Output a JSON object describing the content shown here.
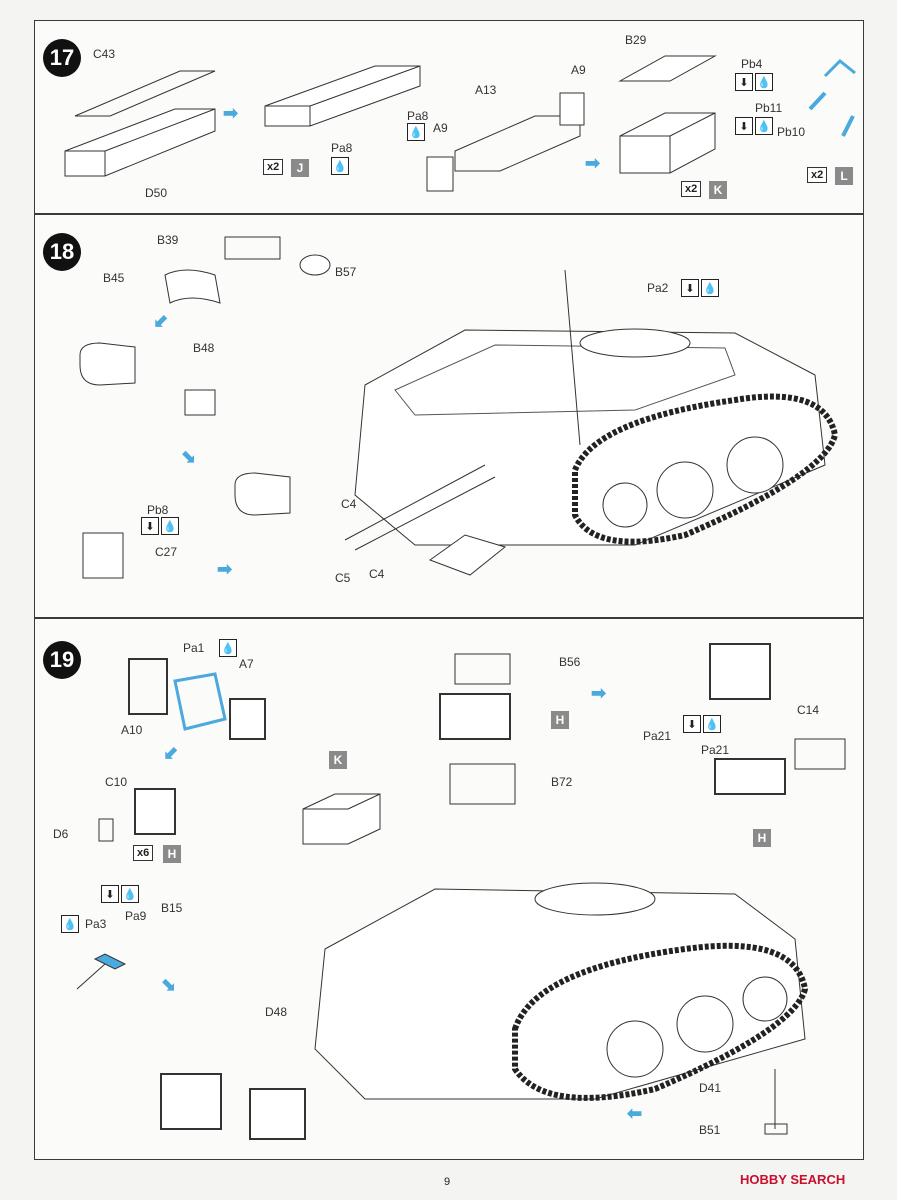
{
  "page_number": "9",
  "watermark": "HOBBY SEARCH",
  "steps": [
    {
      "number": "17",
      "labels": [
        "C43",
        "D50",
        "Pa8",
        "A9",
        "A13",
        "A9",
        "Pa8",
        "B29",
        "Pb4",
        "Pb11",
        "Pb10"
      ],
      "multipliers": [
        {
          "times": "x2",
          "letter": "J"
        },
        {
          "times": "x2",
          "letter": "K"
        },
        {
          "times": "x2",
          "letter": "L"
        }
      ]
    },
    {
      "number": "18",
      "labels": [
        "B39",
        "B45",
        "B57",
        "B48",
        "Pa2",
        "Pb8",
        "C27",
        "C4",
        "C5",
        "C4"
      ]
    },
    {
      "number": "19",
      "labels": [
        "Pa1",
        "A7",
        "A10",
        "C10",
        "D6",
        "Pa3",
        "Pa9",
        "B15",
        "K",
        "B56",
        "B72",
        "Pa21",
        "C14",
        "Pa21",
        "D48",
        "D41",
        "B51"
      ],
      "multipliers": [
        {
          "times": "x6",
          "letter": "H"
        }
      ],
      "tags": [
        "H",
        "H",
        "H",
        "K"
      ]
    }
  ],
  "icons": {
    "cement": "glue-drop-icon",
    "down": "press-down-icon"
  },
  "colors": {
    "accent": "#4aa9dd",
    "tag": "#8a8a8a"
  }
}
